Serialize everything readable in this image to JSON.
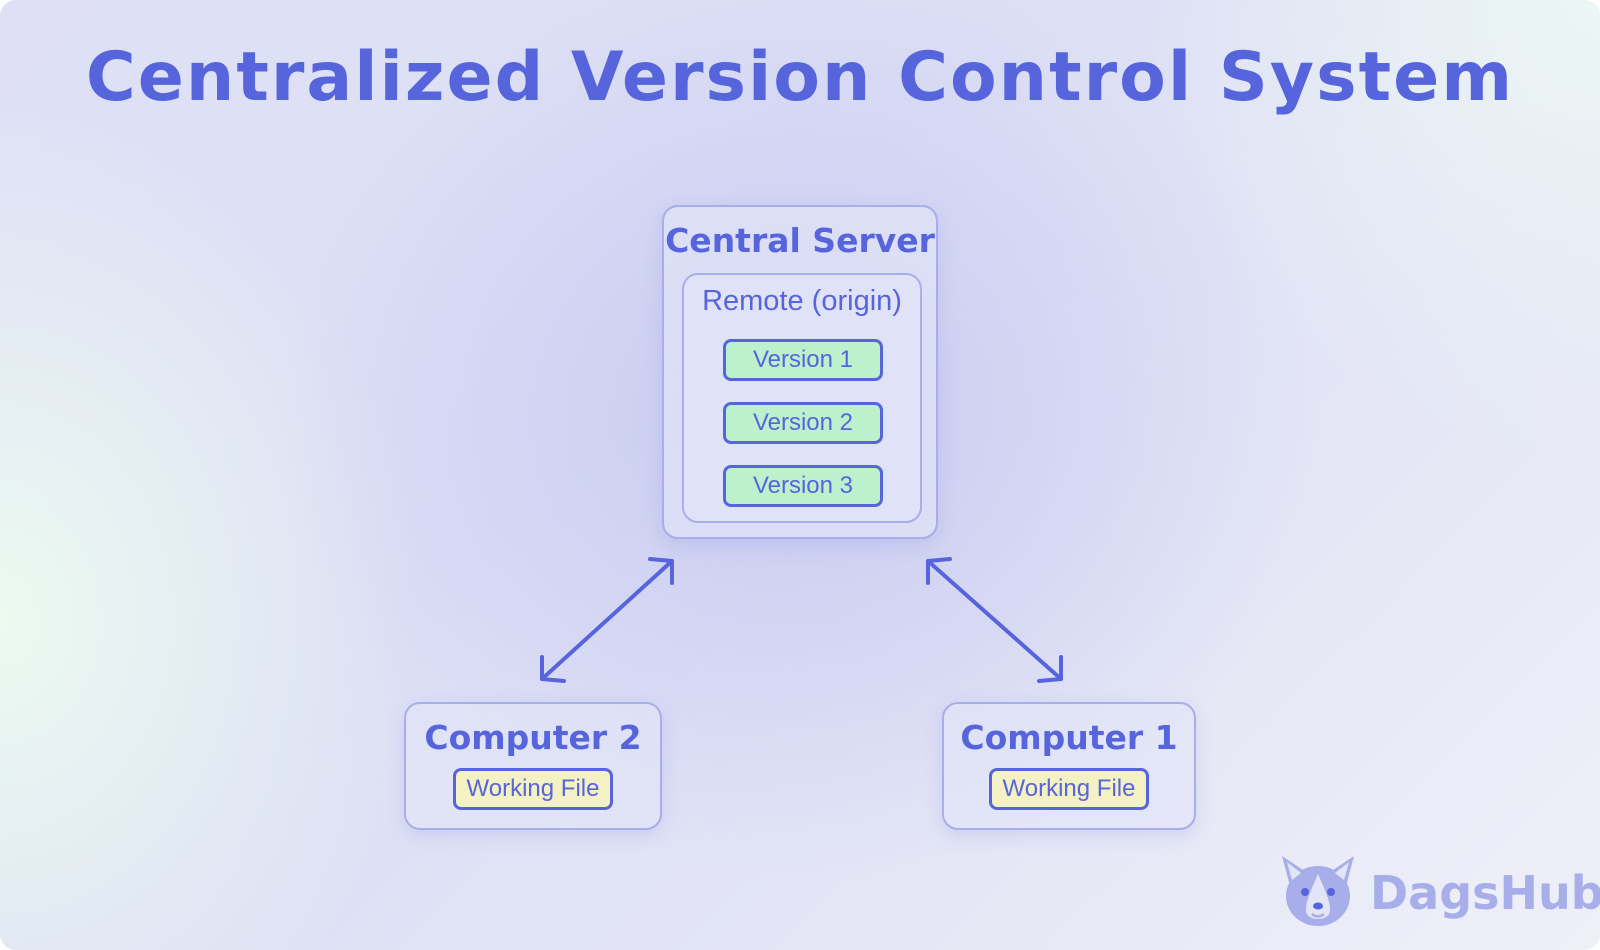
{
  "title": "Centralized Version Control System",
  "server": {
    "label": "Central Server",
    "remote_label": "Remote (origin)",
    "versions": [
      "Version 1",
      "Version 2",
      "Version 3"
    ]
  },
  "computers": [
    {
      "label": "Computer 2",
      "file": "Working File"
    },
    {
      "label": "Computer 1",
      "file": "Working File"
    }
  ],
  "logo": {
    "text": "DagsHub",
    "icon": "dog-face-icon"
  },
  "colors": {
    "accent": "#5765dc",
    "box_border": "#a7aeea",
    "version_fill": "#bdf0cc",
    "file_fill": "#f4f1c4"
  }
}
